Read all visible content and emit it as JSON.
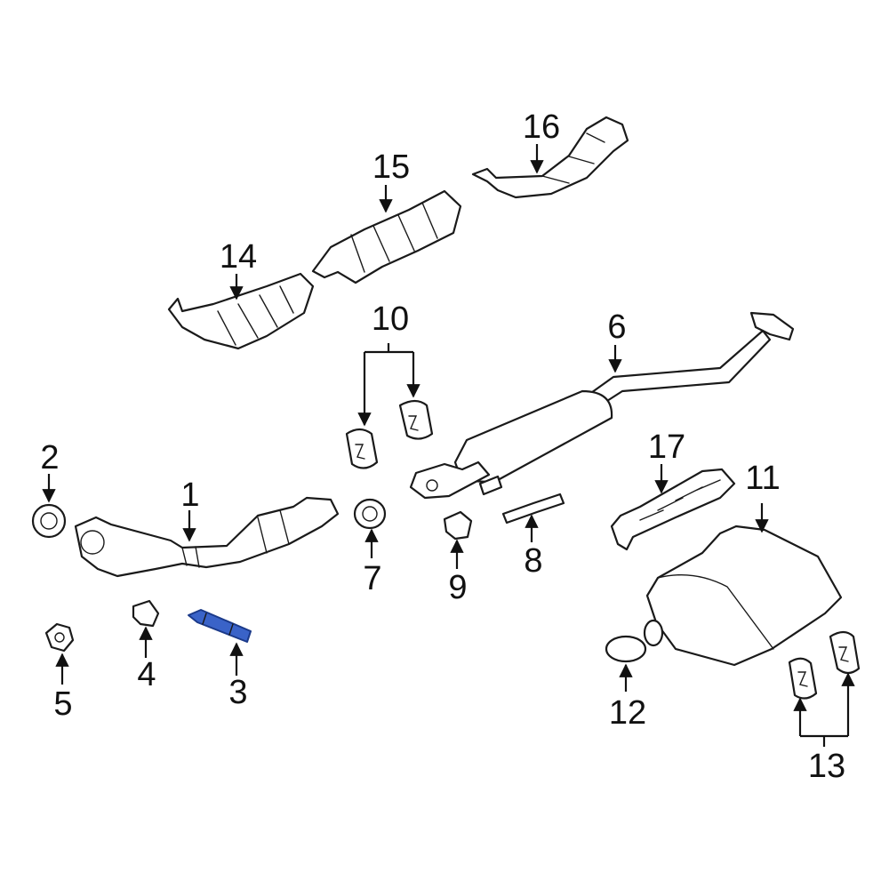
{
  "callouts": [
    {
      "id": "1",
      "text": "1"
    },
    {
      "id": "2",
      "text": "2"
    },
    {
      "id": "3",
      "text": "3"
    },
    {
      "id": "4",
      "text": "4"
    },
    {
      "id": "5",
      "text": "5"
    },
    {
      "id": "6",
      "text": "6"
    },
    {
      "id": "7",
      "text": "7"
    },
    {
      "id": "8",
      "text": "8"
    },
    {
      "id": "9",
      "text": "9"
    },
    {
      "id": "10",
      "text": "10"
    },
    {
      "id": "11",
      "text": "11"
    },
    {
      "id": "12",
      "text": "12"
    },
    {
      "id": "13",
      "text": "13"
    },
    {
      "id": "14",
      "text": "14"
    },
    {
      "id": "15",
      "text": "15"
    },
    {
      "id": "16",
      "text": "16"
    },
    {
      "id": "17",
      "text": "17"
    }
  ],
  "highlighted_part": "3",
  "colors": {
    "line": "#1a1a1a",
    "highlight": "#3a63c8",
    "background": "#ffffff"
  }
}
